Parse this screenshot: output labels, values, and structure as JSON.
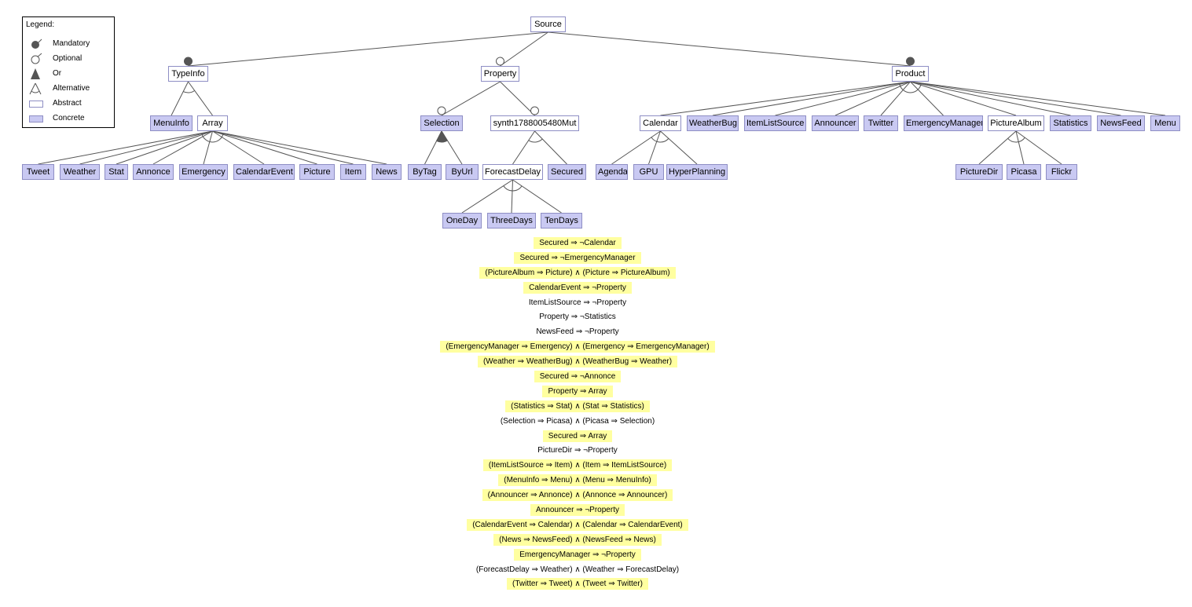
{
  "legend": {
    "title": "Legend:",
    "items": [
      {
        "symbol": "mandatory-icon",
        "label": "Mandatory"
      },
      {
        "symbol": "optional-icon",
        "label": "Optional"
      },
      {
        "symbol": "or-icon",
        "label": "Or"
      },
      {
        "symbol": "alternative-icon",
        "label": "Alternative"
      },
      {
        "symbol": "abstract-swatch",
        "label": "Abstract"
      },
      {
        "symbol": "concrete-swatch",
        "label": "Concrete"
      }
    ]
  },
  "colors": {
    "abstract_fill": "#ffffff",
    "concrete_fill": "#c9c9f2",
    "node_border": "#8e8ec4",
    "edge": "#555555",
    "constraint_highlight": "#ffffa0"
  },
  "nodes": {
    "source": "Source",
    "typeinfo": "TypeInfo",
    "property": "Property",
    "product": "Product",
    "menuinfo": "MenuInfo",
    "array": "Array",
    "selection": "Selection",
    "synth": "synth1788005480Mut",
    "calendar": "Calendar",
    "weatherbug": "WeatherBug",
    "itemlistsource": "ItemListSource",
    "announcer": "Announcer",
    "twitter": "Twitter",
    "emergencymanager": "EmergencyManager",
    "picturealbum": "PictureAlbum",
    "statistics": "Statistics",
    "newsfeed": "NewsFeed",
    "menu": "Menu",
    "tweet": "Tweet",
    "weather": "Weather",
    "stat": "Stat",
    "annonce": "Annonce",
    "emergency": "Emergency",
    "calendarevent": "CalendarEvent",
    "picture": "Picture",
    "item": "Item",
    "news": "News",
    "bytag": "ByTag",
    "byurl": "ByUrl",
    "forecastdelay": "ForecastDelay",
    "secured": "Secured",
    "agenda": "Agenda",
    "gpu": "GPU",
    "hyperplanning": "HyperPlanning",
    "picturedir": "PictureDir",
    "picasa": "Picasa",
    "flickr": "Flickr",
    "oneday": "OneDay",
    "threedays": "ThreeDays",
    "tendays": "TenDays"
  },
  "constraints": [
    {
      "text": "Secured ⇒ ¬Calendar",
      "highlight": true
    },
    {
      "text": "Secured ⇒ ¬EmergencyManager",
      "highlight": true
    },
    {
      "text": "(PictureAlbum ⇒ Picture) ∧ (Picture ⇒ PictureAlbum)",
      "highlight": true
    },
    {
      "text": "CalendarEvent ⇒ ¬Property",
      "highlight": true
    },
    {
      "text": "ItemListSource ⇒ ¬Property",
      "highlight": false
    },
    {
      "text": "Property ⇒ ¬Statistics",
      "highlight": false
    },
    {
      "text": "NewsFeed ⇒ ¬Property",
      "highlight": false
    },
    {
      "text": "(EmergencyManager ⇒ Emergency) ∧ (Emergency ⇒ EmergencyManager)",
      "highlight": true
    },
    {
      "text": "(Weather ⇒ WeatherBug) ∧ (WeatherBug ⇒ Weather)",
      "highlight": true
    },
    {
      "text": "Secured ⇒ ¬Annonce",
      "highlight": true
    },
    {
      "text": "Property ⇒ Array",
      "highlight": true
    },
    {
      "text": "(Statistics ⇒ Stat) ∧ (Stat ⇒ Statistics)",
      "highlight": true
    },
    {
      "text": "(Selection ⇒ Picasa) ∧ (Picasa ⇒ Selection)",
      "highlight": false
    },
    {
      "text": "Secured ⇒ Array",
      "highlight": true
    },
    {
      "text": "PictureDir ⇒ ¬Property",
      "highlight": false
    },
    {
      "text": "(ItemListSource ⇒ Item) ∧ (Item ⇒ ItemListSource)",
      "highlight": true
    },
    {
      "text": "(MenuInfo ⇒ Menu) ∧ (Menu ⇒ MenuInfo)",
      "highlight": true
    },
    {
      "text": "(Announcer ⇒ Annonce) ∧ (Annonce ⇒ Announcer)",
      "highlight": true
    },
    {
      "text": "Announcer ⇒ ¬Property",
      "highlight": true
    },
    {
      "text": "(CalendarEvent ⇒ Calendar) ∧ (Calendar ⇒ CalendarEvent)",
      "highlight": true
    },
    {
      "text": "(News ⇒ NewsFeed) ∧ (NewsFeed ⇒ News)",
      "highlight": true
    },
    {
      "text": "EmergencyManager ⇒ ¬Property",
      "highlight": true
    },
    {
      "text": "(ForecastDelay ⇒ Weather) ∧ (Weather ⇒ ForecastDelay)",
      "highlight": false
    },
    {
      "text": "(Twitter ⇒ Tweet) ∧ (Tweet ⇒ Twitter)",
      "highlight": true
    }
  ]
}
